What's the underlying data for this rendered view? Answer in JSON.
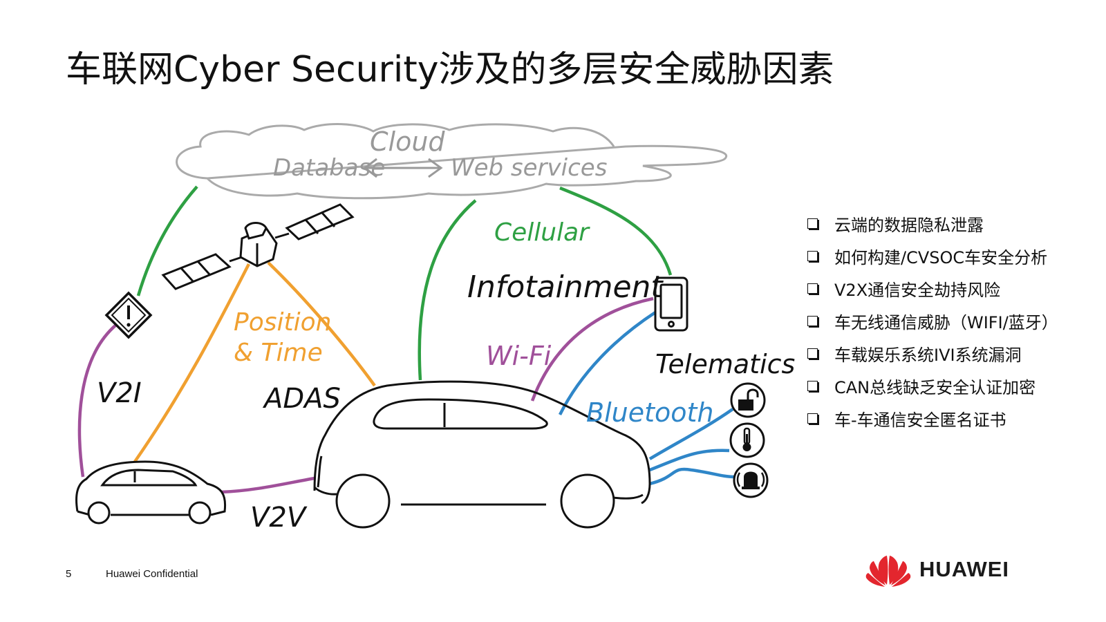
{
  "title": "车联网Cyber Security涉及的多层安全威胁因素",
  "diagram": {
    "cloud_label": "Cloud",
    "database_label": "Database",
    "web_services_label": "Web services",
    "cellular_label": "Cellular",
    "infotainment_label": "Infotainment",
    "position_time_label_1": "Position",
    "position_time_label_2": "& Time",
    "adas_label": "ADAS",
    "v2i_label": "V2I",
    "v2v_label": "V2V",
    "wifi_label": "Wi-Fi",
    "bluetooth_label": "Bluetooth",
    "telematics_label": "Telematics",
    "colors": {
      "cellular": "#2ea043",
      "position": "#f0a030",
      "v2x": "#a0509a",
      "bluetooth": "#2f86c8",
      "cloud_text": "#999999"
    }
  },
  "bullets": [
    "云端的数据隐私泄露",
    "如何构建/CVSOC车安全分析",
    "V2X通信安全劫持风险",
    "车无线通信威胁（WIFI/蓝牙）",
    "车载娱乐系统IVI系统漏洞",
    "CAN总线缺乏安全认证加密",
    "车-车通信安全匿名证书"
  ],
  "footer": {
    "page_number": "5",
    "confidential": "Huawei Confidential"
  },
  "logo": {
    "text": "HUAWEI",
    "brand_color": "#e3262e"
  }
}
